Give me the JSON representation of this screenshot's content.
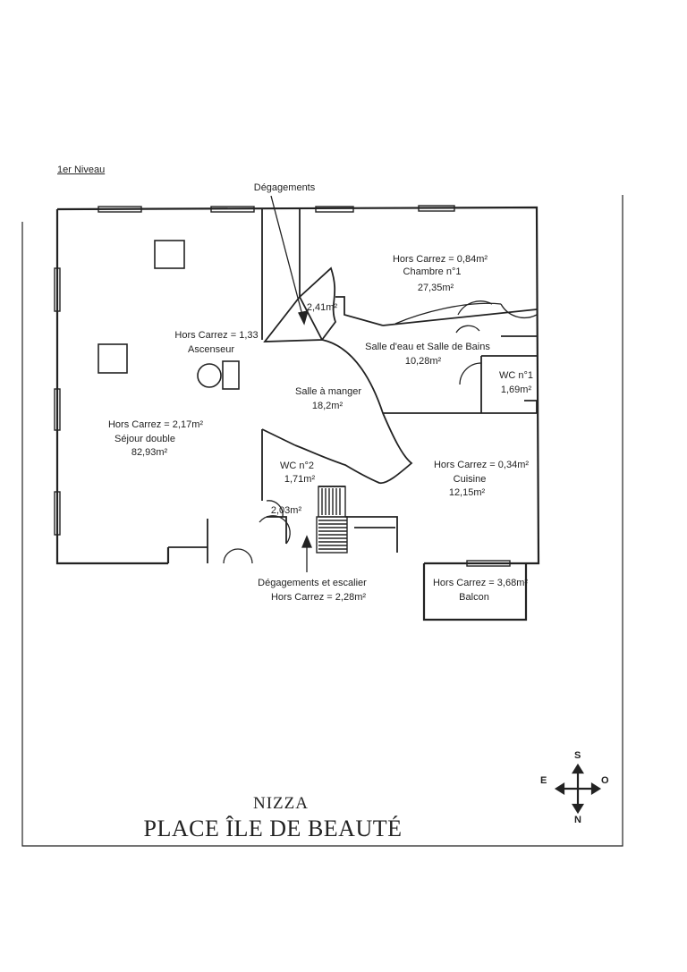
{
  "level_label": "1er Niveau",
  "rooms": {
    "degagements": "Dégagements",
    "degagements_area": "2,41m²",
    "chambre_hc": "Hors Carrez = 0,84m²",
    "chambre_name": "Chambre n°1",
    "chambre_area": "27,35m²",
    "ascenseur_hc": "Hors Carrez = 1,33",
    "ascenseur_name": "Ascenseur",
    "sdb_name": "Salle d'eau et Salle de Bains",
    "sdb_area": "10,28m²",
    "wc1_name": "WC n°1",
    "wc1_area": "1,69m²",
    "salle_manger_name": "Salle à manger",
    "salle_manger_area": "18,2m²",
    "sejour_hc": "Hors Carrez = 2,17m²",
    "sejour_name": "Séjour double",
    "sejour_area": "82,93m²",
    "wc2_name": "WC n°2",
    "wc2_area": "1,71m²",
    "closet_area": "2,03m²",
    "cuisine_hc": "Hors Carrez = 0,34m²",
    "cuisine_name": "Cuisine",
    "cuisine_area": "12,15m²",
    "escalier_name": "Dégagements et escalier",
    "escalier_hc": "Hors Carrez = 2,28m²",
    "balcon_hc": "Hors Carrez = 3,68m²",
    "balcon_name": "Balcon"
  },
  "compass": {
    "south": "S",
    "north": "N",
    "east": "E",
    "west": "O"
  },
  "title": {
    "city": "NIZZA",
    "place": "PLACE ÎLE DE BEAUTÉ"
  }
}
